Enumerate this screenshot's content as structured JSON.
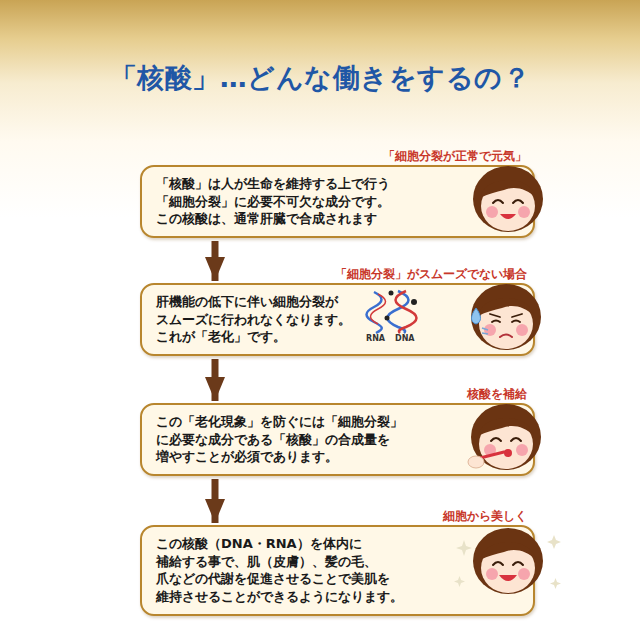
{
  "diagram": {
    "title": "「核酸」…どんな働きをするの？",
    "nodes": [
      {
        "text": [
          "「細胞分裂が正常で元気」",
          "「核酸」は人が生命を維持する上で行う 「細胞分裂」に必要不可欠な成分です。 この核酸は、通常肝臓で合成されます"
        ]
      },
      {
        "text": [
          "「細胞分裂」がスムーズでない場合",
          "肝機能の低下に伴い細胞分裂が スムーズに行われなくなります。 これが「老化」です。"
        ]
      },
      {
        "text": [
          "核酸を補給",
          "この「老化現象」を防ぐには「細胞分裂」 に必要な成分である「核酸」の合成量を 増やすことが必須であります。"
        ]
      },
      {
        "text": [
          "細胞から美しく",
          "この核酸（DNA・RNA）を体内に 補給する事で、肌（皮膚）、髪の毛、 爪などの代謝を促進させることで美肌を 維持させることができるようになります。"
        ]
      }
    ],
    "edges": [
      {
        "from": 0,
        "to": 1,
        "arrow": "to"
      },
      {
        "from": 1,
        "to": 2,
        "arrow": "to"
      },
      {
        "from": 2,
        "to": 3,
        "arrow": "to"
      }
    ],
    "labels": [
      "RNA",
      "DNA"
    ]
  }
}
